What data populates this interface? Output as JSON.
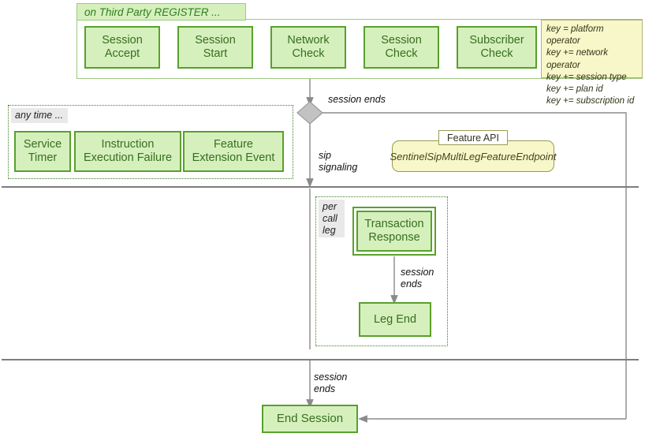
{
  "diagram": {
    "title_tab": "on Third Party REGISTER ...",
    "top_lane": {
      "steps": [
        {
          "label": "Session\nAccept"
        },
        {
          "label": "Session\nStart"
        },
        {
          "label": "Network\nCheck"
        },
        {
          "label": "Session\nCheck"
        },
        {
          "label": "Subscriber\nCheck"
        }
      ],
      "note": "key = platform operator\nkey += network operator\nkey += session type\nkey += plan id\nkey += subscription id"
    },
    "any_time_group": {
      "label": "any time ...",
      "items": [
        {
          "label": "Service\nTimer"
        },
        {
          "label": "Instruction\nExecution Failure"
        },
        {
          "label": "Feature\nExtension Event"
        }
      ]
    },
    "feature_api": {
      "tab": "Feature API",
      "endpoint": "SentinelSipMultiLegFeatureEndpoint"
    },
    "per_call_leg_group": {
      "label": "per\ncall\nleg",
      "transaction_response": "Transaction\nResponse",
      "leg_end": "Leg End",
      "edge_label": "session\nends"
    },
    "end_session": "End Session",
    "edges": {
      "session_ends_top": "session ends",
      "sip_signaling": "sip\nsignaling",
      "session_ends_bottom": "session\nends"
    },
    "colors": {
      "box_fill": "#d5f0bd",
      "box_border": "#59a02c",
      "box_text": "#376e1f",
      "note_fill": "#f7f7c9",
      "note_border": "#b3b37a",
      "arrow_gray": "#c2c2c2",
      "line_gray": "#8a8a8a",
      "dotted_green": "#3f7d25",
      "label_gray": "#e9e9e9"
    }
  }
}
